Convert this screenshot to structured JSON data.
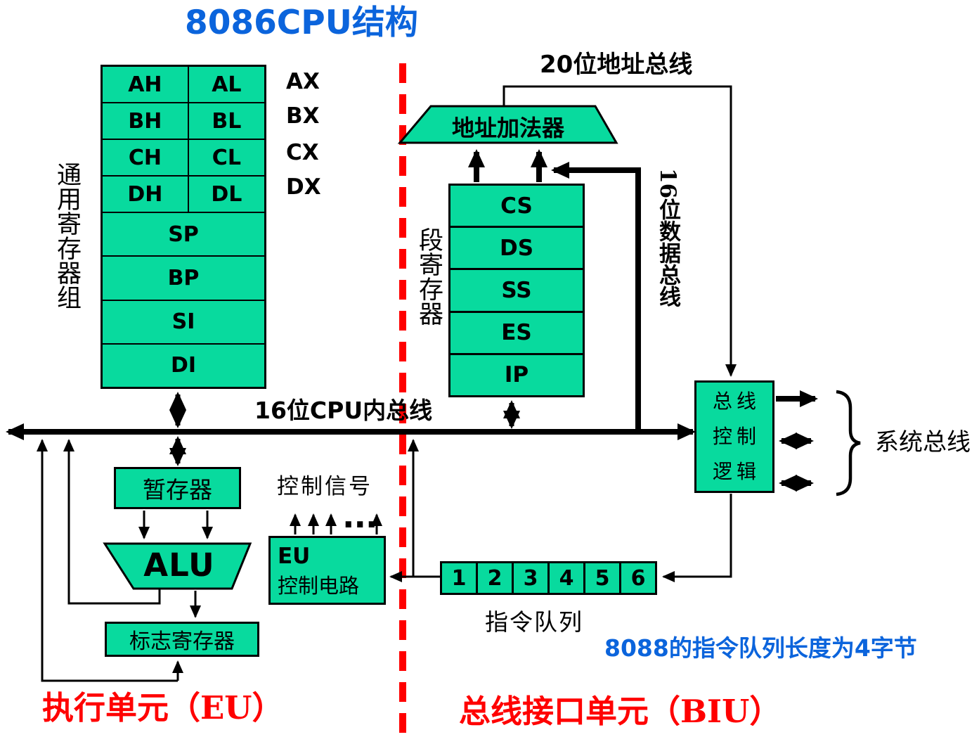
{
  "title": {
    "text": "8086CPU结构"
  },
  "colors": {
    "green": "#08DA9E",
    "blue": "#0B64DC",
    "red": "#FF0000",
    "line": "#000000"
  },
  "general_registers": {
    "group_label": "通用寄存器组",
    "pairs": [
      {
        "hi": "AH",
        "lo": "AL",
        "word": "AX"
      },
      {
        "hi": "BH",
        "lo": "BL",
        "word": "BX"
      },
      {
        "hi": "CH",
        "lo": "CL",
        "word": "CX"
      },
      {
        "hi": "DH",
        "lo": "DL",
        "word": "DX"
      }
    ],
    "wide": [
      "SP",
      "BP",
      "SI",
      "DI"
    ]
  },
  "segment_registers": {
    "group_label": "段寄存器",
    "items": [
      "CS",
      "DS",
      "SS",
      "ES",
      "IP"
    ]
  },
  "address_adder": {
    "label": "地址加法器"
  },
  "buses": {
    "address": "20位地址总线",
    "data": "16位数据总线",
    "internal": "16位CPU内总线",
    "system": "系统总线"
  },
  "bus_control": {
    "lines": [
      "总线",
      "控制",
      "逻辑"
    ]
  },
  "eu": {
    "temp_register": "暂存器",
    "alu": "ALU",
    "flags_register": "标志寄存器",
    "control_circuit_line1": "EU",
    "control_circuit_line2": "控制电路",
    "control_signals": "控制信号",
    "ellipsis": "..."
  },
  "instruction_queue": {
    "cells": [
      "1",
      "2",
      "3",
      "4",
      "5",
      "6"
    ],
    "label": "指令队列"
  },
  "note": "8088的指令队列长度为4字节",
  "units": {
    "eu": "执行单元（EU）",
    "biu": "总线接口单元（BIU）"
  }
}
